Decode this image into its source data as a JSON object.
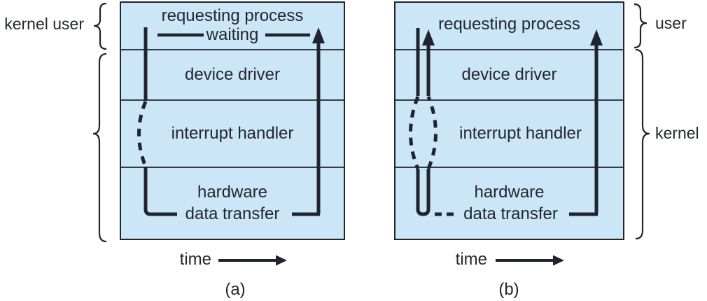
{
  "colors": {
    "background": "#ffffff",
    "box_fill": "#cbe6f6",
    "line": "#1f242e",
    "text": "#23272f"
  },
  "side_labels": {
    "left_top": "kernel user",
    "right_top": "user",
    "right_bottom": "kernel"
  },
  "panel_a": {
    "caption": "(a)",
    "time_label": "time",
    "row_requesting_process": "requesting process",
    "waiting_label": "waiting",
    "row_device_driver": "device driver",
    "row_interrupt_handler": "interrupt handler",
    "row_hardware_line1": "hardware",
    "row_hardware_line2": "data transfer"
  },
  "panel_b": {
    "caption": "(b)",
    "time_label": "time",
    "row_requesting_process": "requesting process",
    "row_device_driver": "device driver",
    "row_interrupt_handler": "interrupt handler",
    "row_hardware_line1": "hardware",
    "row_hardware_line2": "data transfer"
  }
}
